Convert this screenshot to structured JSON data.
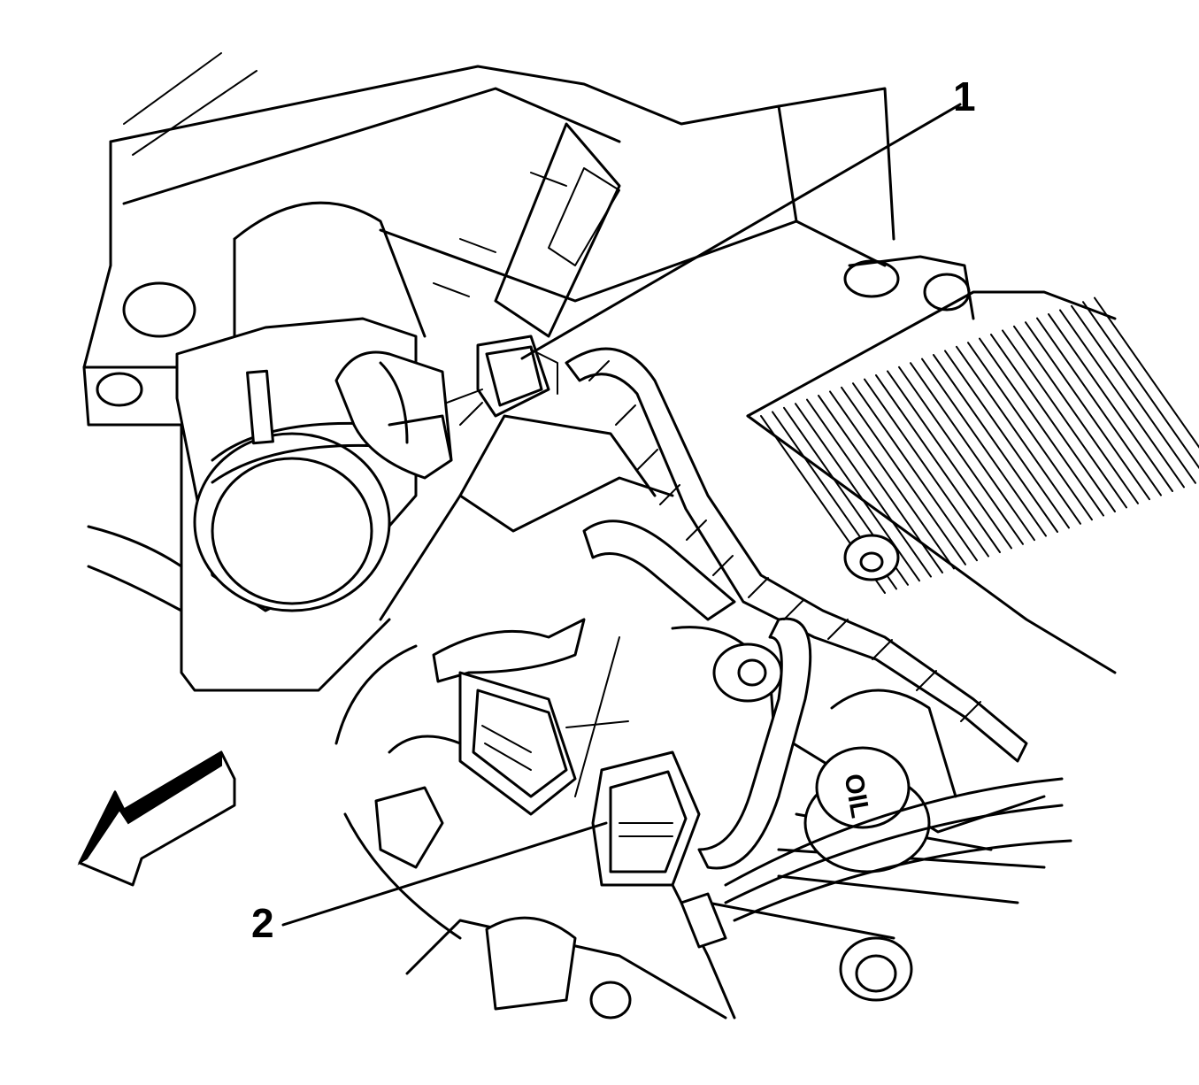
{
  "callouts": [
    {
      "id": "1",
      "label": "1"
    },
    {
      "id": "2",
      "label": "2"
    }
  ],
  "icons": {
    "direction_arrow": "front-direction-arrow-icon",
    "oil_cap_text": "OIL"
  }
}
